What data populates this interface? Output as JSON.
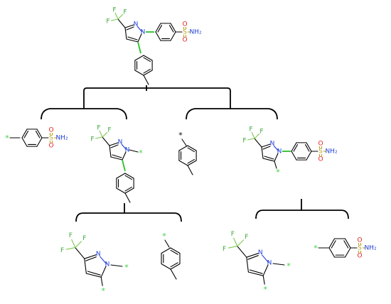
{
  "atoms": {
    "F": "F",
    "N": "N",
    "S": "S",
    "O": "O",
    "NH2": "NH₂",
    "star": "*"
  },
  "colors": {
    "highlight_bond": "#2bbf2b",
    "dummy_atom": "#3fd13f",
    "nitrogen": "#1f3fd8",
    "oxygen": "#e0231f",
    "sulfur": "#b8a11b",
    "fluorine": "#3fa83f"
  }
}
